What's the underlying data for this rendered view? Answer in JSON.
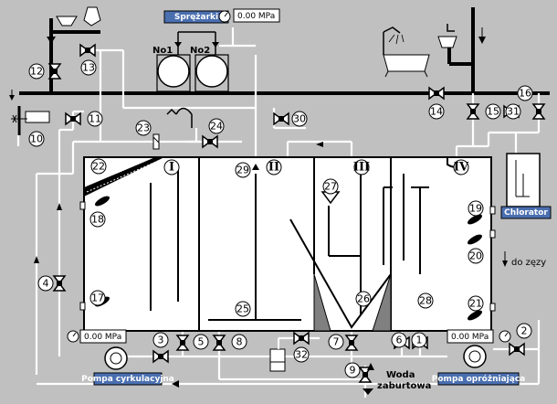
{
  "labels": {
    "compressors": "Sprężarki",
    "no1": "No1",
    "no2": "No2",
    "chlorator": "Chlorator",
    "to_sump": "do zęzy",
    "ballast_water_1": "Woda",
    "ballast_water_2": "zaburtowa",
    "pump_circ": "Pompa cyrkulacyjna",
    "pump_empty": "Pompa opróżniająca"
  },
  "readouts": {
    "compressor_pressure": "0.00 MPa",
    "circ_pressure": "0.00 MPa",
    "empty_pressure": "0.00 MPa"
  },
  "chambers": [
    "I",
    "II",
    "III",
    "IV"
  ],
  "numbers": [
    "1",
    "2",
    "3",
    "4",
    "5",
    "6",
    "7",
    "8",
    "9",
    "10",
    "11",
    "12",
    "13",
    "14",
    "15",
    "16",
    "17",
    "18",
    "19",
    "20",
    "21",
    "22",
    "23",
    "24",
    "25",
    "26",
    "27",
    "28",
    "29",
    "30",
    "31",
    "32"
  ],
  "colors": {
    "background": "#c0c0c0",
    "tank": "#ffffff",
    "pipe": "#ffffff",
    "main_pipe": "#000000",
    "sludge": "#808080",
    "pump_label_bg": "#4a6fb0",
    "compressor_label_bg": "#4a6fb0"
  }
}
